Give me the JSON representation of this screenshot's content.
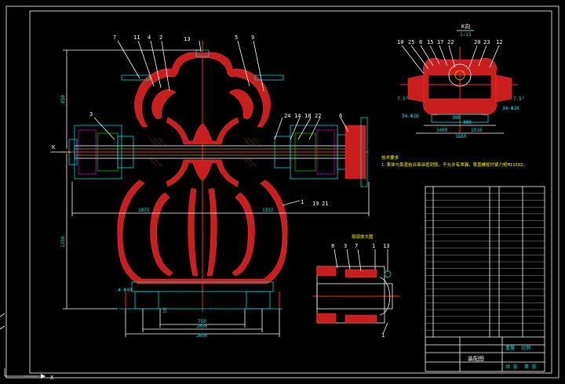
{
  "callouts_top": [
    "7",
    "11",
    "4",
    "2",
    "13",
    "5",
    "9"
  ],
  "callouts_right": [
    "24",
    "14",
    "18",
    "22",
    "6"
  ],
  "callouts_left": [
    "3"
  ],
  "callouts_lower": [
    "1",
    "19",
    "21"
  ],
  "view_label_k": "K",
  "dims": {
    "d_850": "850",
    "d_1350": "1350",
    "d_1075": "1075",
    "d_1337": "1337",
    "d_750": "750",
    "d_1030": "1030",
    "d_1650": "1650",
    "d_4holes": "4-Φ40",
    "d_10": "10"
  },
  "kview": {
    "title": "K向",
    "scale": "1:15",
    "callouts": [
      "10",
      "25",
      "8",
      "15",
      "17",
      "22",
      "20",
      "23",
      "12"
    ],
    "dims": [
      "1450",
      "1510",
      "1650",
      "390",
      "300",
      "34-Φ20",
      "34-Φ20",
      "7.5°",
      "7.5°"
    ]
  },
  "notes": {
    "heading": "技术要求",
    "line1": "1.泵体与泵盖结合面涂密封胶，不允许有泄漏，泵盖螺栓拧紧力矩M115X2。"
  },
  "detail_callouts": [
    "8",
    "3",
    "7",
    "1",
    "13",
    "1"
  ],
  "detail_title": "局部放大图",
  "table": {
    "rows": 22,
    "title_block": {
      "drawing_name": "装配图",
      "small_labels": [
        "重量",
        "比例",
        "共 张",
        "第 张"
      ]
    }
  },
  "bottom_left": "X"
}
